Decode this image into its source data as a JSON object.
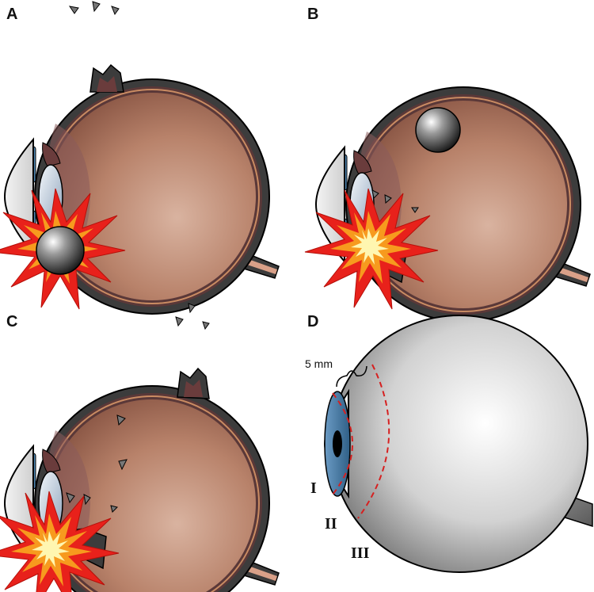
{
  "panels": {
    "a": {
      "label": "A"
    },
    "b": {
      "label": "B"
    },
    "c": {
      "label": "C"
    },
    "d": {
      "label": "D"
    }
  },
  "panel_d": {
    "measurement": "5 mm",
    "zones": [
      "I",
      "II",
      "III"
    ]
  },
  "colors": {
    "sclera": "#3c3c3c",
    "vitreous": "#b98268",
    "iris": "#4f87b3",
    "lens": "#c8d6e6",
    "blast_red": "#e8211b",
    "blast_yellow": "#f7e020",
    "zone_line": "#d62020",
    "globe_gray": "#bdbdbd"
  }
}
